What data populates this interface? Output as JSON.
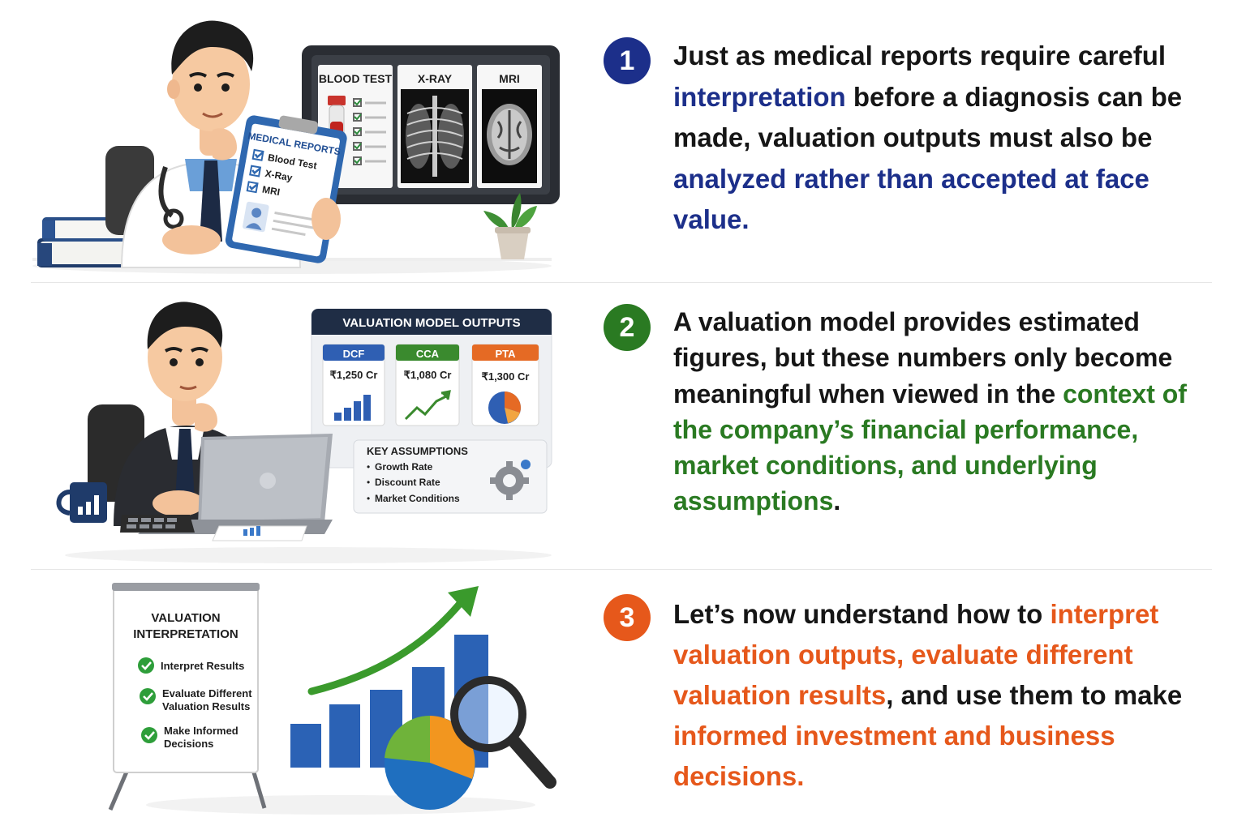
{
  "colors": {
    "blue": "#1c2f8a",
    "green": "#2a7a22",
    "orange": "#e6581b",
    "text": "#161616"
  },
  "section1": {
    "number": "1",
    "text_a": "Just as medical reports require careful ",
    "hl_a": "interpretation",
    "text_b": " before a diagnosis can be made, valuation outputs must also be ",
    "hl_b": "analyzed rather than accepted at face value.",
    "illustration": {
      "monitor_labels": [
        "BLOOD TEST",
        "X-RAY",
        "MRI"
      ],
      "clipboard_title": "MEDICAL REPORTS",
      "clipboard_items": [
        "Blood Test",
        "X-Ray",
        "MRI"
      ],
      "icons": [
        "doctor",
        "stethoscope",
        "books-icon",
        "plant-icon",
        "xray-image",
        "mri-image",
        "blood-vial-icon"
      ]
    }
  },
  "section2": {
    "number": "2",
    "text_a": "A valuation model provides estimated figures, but these numbers only become meaningful when viewed in the ",
    "hl_a": "context of the company’s financial performance, market conditions, and underlying assumptions",
    "text_b": ".",
    "illustration": {
      "panel_title": "VALUATION MODEL OUTPUTS",
      "cards": [
        {
          "label": "DCF",
          "value": "₹1,250 Cr",
          "color": "#2f5fb3",
          "icon": "bar-chart-icon"
        },
        {
          "label": "CCA",
          "value": "₹1,080 Cr",
          "color": "#3a8a2e",
          "icon": "trend-line-icon"
        },
        {
          "label": "PTA",
          "value": "₹1,300 Cr",
          "color": "#e56a24",
          "icon": "pie-chart-icon"
        }
      ],
      "assumptions_title": "KEY ASSUMPTIONS",
      "assumptions": [
        "Growth Rate",
        "Discount Rate",
        "Market Conditions"
      ],
      "icons": [
        "analyst",
        "laptop-icon",
        "mug-icon",
        "calculator-icon",
        "gear-icon",
        "report-paper-icon"
      ]
    }
  },
  "section3": {
    "number": "3",
    "text_a": "Let’s now understand how to ",
    "hl_a": "interpret valuation outputs, evaluate different valuation results",
    "text_b": ", and use them to make ",
    "hl_b": "informed investment and business decisions.",
    "illustration": {
      "board_title": "VALUATION INTERPRETATION",
      "board_items": [
        "Interpret Results",
        "Evaluate Different Valuation Results",
        "Make Informed Decisions"
      ],
      "icons": [
        "flipchart-easel",
        "check-icon",
        "growth-bars-icon",
        "up-arrow-icon",
        "pie-chart-icon",
        "magnifier-icon"
      ]
    }
  }
}
